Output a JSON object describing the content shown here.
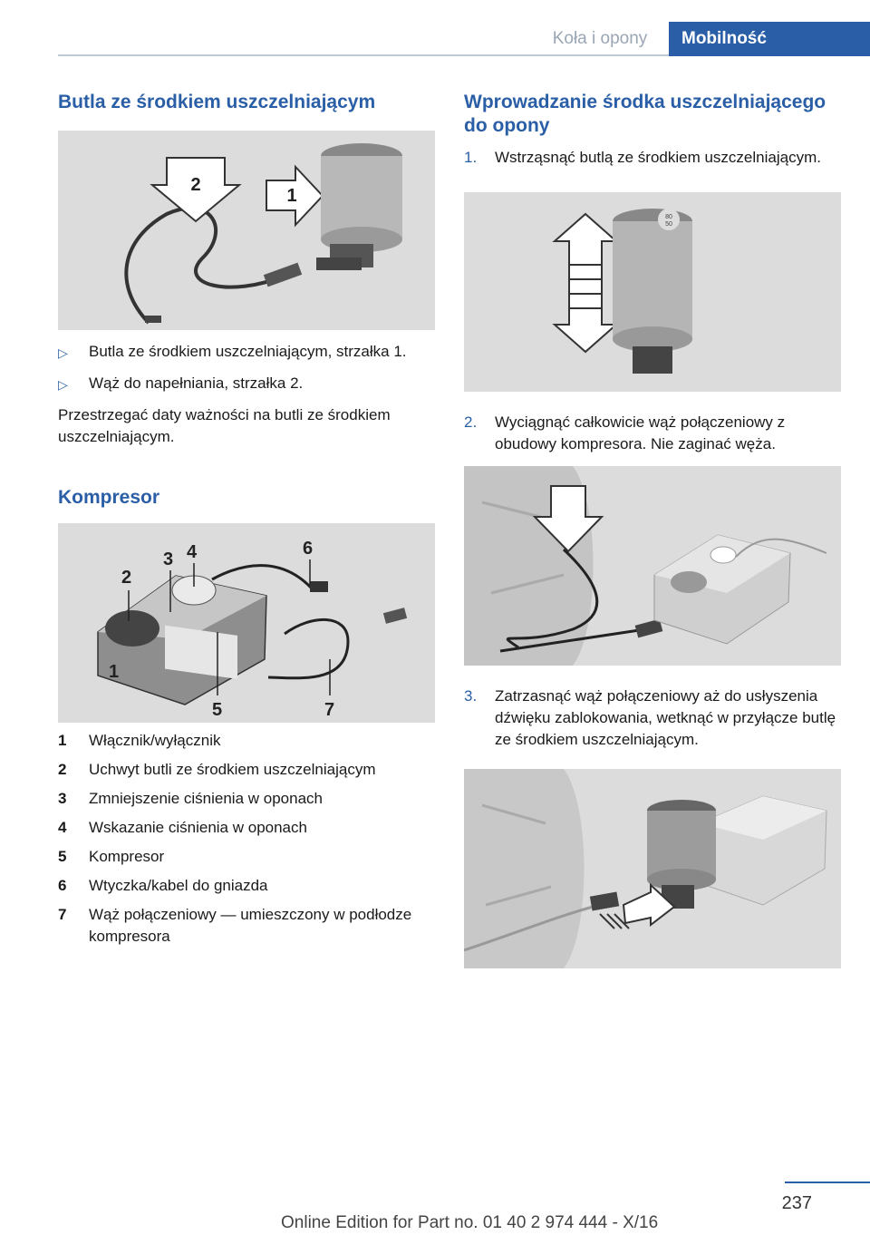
{
  "header": {
    "section": "Koła i opony",
    "chapter": "Mobilność"
  },
  "left": {
    "h1": "Butla ze środkiem uszczelniającym",
    "fig1_labels": [
      "2",
      "1"
    ],
    "bullets": [
      "Butla ze środkiem uszczelniającym, strzałka 1.",
      "Wąż do napełniania, strzałka 2."
    ],
    "note": "Przestrzegać daty ważności na butli ze środkiem uszczelniającym.",
    "h2": "Kompresor",
    "fig2_labels": [
      "1",
      "2",
      "3",
      "4",
      "5",
      "6",
      "7"
    ],
    "legend": [
      {
        "n": "1",
        "t": "Włącznik/wyłącznik"
      },
      {
        "n": "2",
        "t": "Uchwyt butli ze środkiem uszczelniającym"
      },
      {
        "n": "3",
        "t": "Zmniejszenie ciśnienia w oponach"
      },
      {
        "n": "4",
        "t": "Wskazanie ciśnienia w oponach"
      },
      {
        "n": "5",
        "t": "Kompresor"
      },
      {
        "n": "6",
        "t": "Wtyczka/kabel do gniazda"
      },
      {
        "n": "7",
        "t": "Wąż połączeniowy — umieszczony w podłodze kompresora"
      }
    ]
  },
  "right": {
    "h1": "Wprowadzanie środka uszczelniającego do opony",
    "gauge": [
      "80",
      "50"
    ],
    "steps": [
      {
        "n": "1.",
        "t": "Wstrząsnąć butlą ze środkiem uszczelniającym."
      },
      {
        "n": "2.",
        "t": "Wyciągnąć całkowicie wąż połączeniowy z obudowy kompresora. Nie zaginać węża."
      },
      {
        "n": "3.",
        "t": "Zatrzasnąć wąż połączeniowy aż do usłyszenia dźwięku zablokowania, wetknąć w przyłącze butlę ze środkiem uszczelniającym."
      }
    ]
  },
  "footer": {
    "page": "237",
    "edition": "Online Edition for Part no. 01 40 2 974 444 - X/16"
  }
}
